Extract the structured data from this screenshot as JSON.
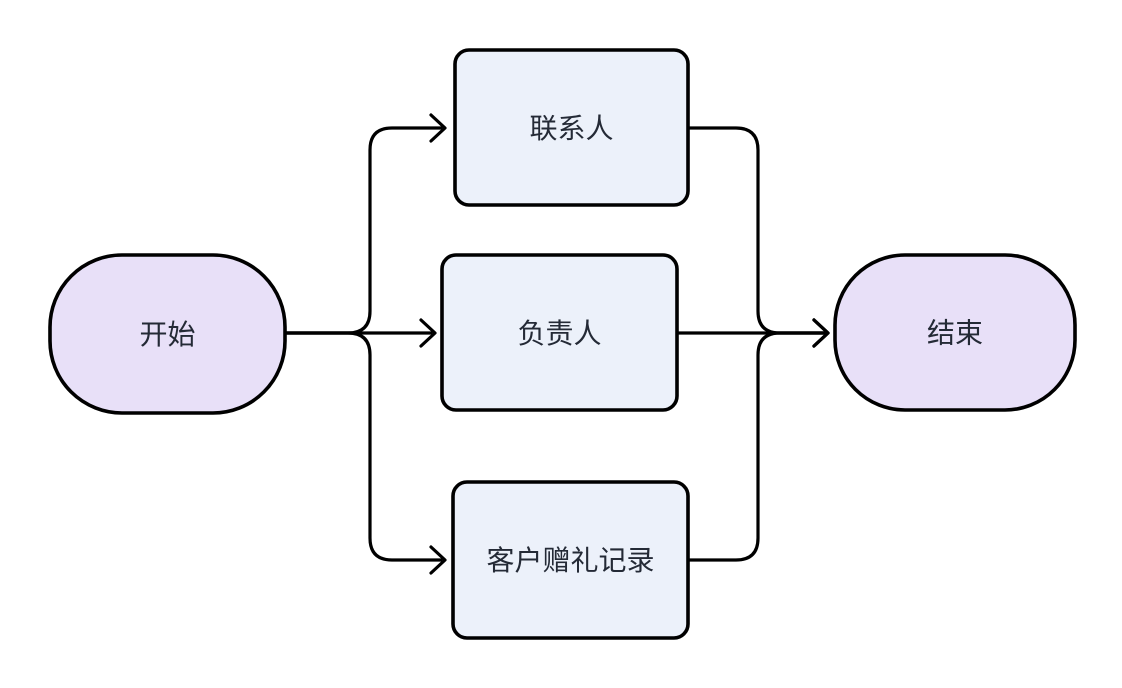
{
  "diagram": {
    "type": "flowchart",
    "direction": "left-to-right",
    "colors": {
      "background": "#ffffff",
      "terminal_fill": "#e8e0f8",
      "process_fill": "#ecf1fa",
      "stroke": "#000000",
      "text": "#242a36"
    },
    "nodes": [
      {
        "id": "start",
        "label": "开始",
        "shape": "stadium"
      },
      {
        "id": "contact",
        "label": "联系人",
        "shape": "rounded-rect"
      },
      {
        "id": "owner",
        "label": "负责人",
        "shape": "rounded-rect"
      },
      {
        "id": "gift",
        "label": "客户赠礼记录",
        "shape": "rounded-rect"
      },
      {
        "id": "end",
        "label": "结束",
        "shape": "stadium"
      }
    ],
    "edges": [
      {
        "from": "开始",
        "to": "联系人"
      },
      {
        "from": "开始",
        "to": "负责人"
      },
      {
        "from": "开始",
        "to": "客户赠礼记录"
      },
      {
        "from": "联系人",
        "to": "结束"
      },
      {
        "from": "负责人",
        "to": "结束"
      },
      {
        "from": "客户赠礼记录",
        "to": "结束"
      }
    ]
  }
}
